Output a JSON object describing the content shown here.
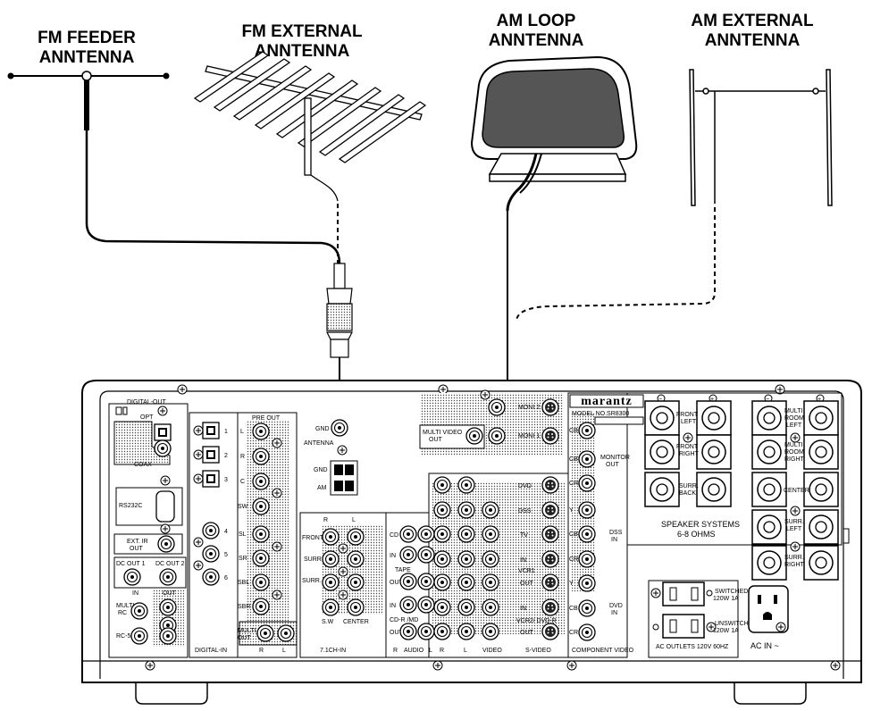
{
  "antennas": {
    "fm_feeder": [
      "FM FEEDER",
      "ANNTENNA"
    ],
    "fm_external": [
      "FM EXTERNAL",
      "ANNTENNA"
    ],
    "am_loop": [
      "AM LOOP",
      "ANNTENNA"
    ],
    "am_external": [
      "AM EXTERNAL",
      "ANNTENNA"
    ]
  },
  "receiver": {
    "brand": "marantz",
    "model": "MODEL NO.SR8300",
    "antenna_block": {
      "gnd_top": "GND",
      "antenna": "ANTENNA",
      "gnd": "GND",
      "am": "AM"
    },
    "digital": {
      "out": "DIGITAL-OUT",
      "opt": "OPT",
      "coax": "COAX",
      "in": "DIGITAL-IN",
      "nums": [
        "1",
        "2",
        "3",
        "4",
        "5",
        "6"
      ]
    },
    "left_panel": {
      "rs232c": "RS232C",
      "ext_ir": [
        "EXT. IR",
        "OUT"
      ],
      "dc_out1": "DC OUT 1",
      "dc_out2": "DC OUT 2",
      "in": "IN",
      "out": "OUT",
      "multi_rc": [
        "MULTI",
        "RC"
      ],
      "rc5": "RC-5"
    },
    "pre_out": {
      "title": "PRE OUT",
      "channels": [
        "L",
        "R",
        "C",
        "SW",
        "SL",
        "SR",
        "SBL",
        "SBR"
      ],
      "multi": [
        "MULTI",
        "OUT"
      ],
      "r": "R",
      "l": "L"
    },
    "ch71": {
      "title": "7.1CH-IN",
      "r": "R",
      "l": "L",
      "rows": [
        "FRONT",
        "SURR",
        "SURR. BACK"
      ],
      "sw": "S.W",
      "center": "CENTER"
    },
    "audio": {
      "cd": "CD",
      "tape_in": "IN",
      "tape": "TAPE",
      "tape_out": "OUT",
      "cdr_in": "IN",
      "cdr": "CD-R /MD",
      "cdr_out": "OUT",
      "label": "AUDIO",
      "r": "R",
      "l": "L"
    },
    "video": {
      "multi_video_out": [
        "MULTI VIDEO",
        "OUT"
      ],
      "monitor1": "MONI 1",
      "monitor2": "MONI 2",
      "rows": [
        "DVD",
        "DSS",
        "TV",
        "IN",
        "VCR1",
        "OUT",
        "IN",
        "VCR2/ DVD-R",
        "OUT"
      ],
      "r": "R",
      "l": "L",
      "video": "VIDEO",
      "svideo": "S-VIDEO"
    },
    "component": {
      "monitor_out": [
        "MONITOR",
        "OUT"
      ],
      "dss_in": [
        "DSS",
        "IN"
      ],
      "dvd_in": [
        "DVD",
        "IN"
      ],
      "y": "Y",
      "cb": "CB",
      "cr": "CR",
      "label": "COMPONENT VIDEO"
    },
    "speakers": {
      "front_left": [
        "FRONT",
        "LEFT"
      ],
      "front_right": [
        "FRONT",
        "RIGHT"
      ],
      "surr_back": [
        "SURR.",
        "BACK"
      ],
      "multi_left": [
        "MULTI",
        "ROOM",
        "LEFT"
      ],
      "multi_right": [
        "MULTI",
        "ROOM",
        "RIGHT"
      ],
      "center": "CENTER",
      "surr_left": [
        "SURR.",
        "LEFT"
      ],
      "surr_right": [
        "SURR.",
        "RIGHT"
      ],
      "systems": [
        "SPEAKER SYSTEMS",
        "6-8 OHMS"
      ]
    },
    "power": {
      "switched": [
        "SWITCHED",
        "120W 1A"
      ],
      "unswitched": [
        "UNSWITCHED",
        "120W 1A"
      ],
      "outlets": "AC OUTLETS 120V 60HZ",
      "ac_in": "AC IN ~"
    }
  }
}
